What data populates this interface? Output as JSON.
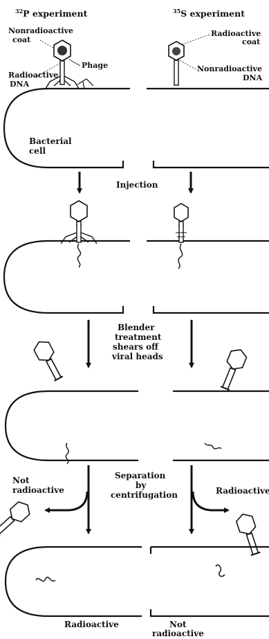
{
  "headers": {
    "p32_sup": "32",
    "p32_text": "P experiment",
    "s35_sup": "35",
    "s35_text": "S experiment"
  },
  "labels": {
    "nonradioactive_coat_1": "Nonradioactive",
    "nonradioactive_coat_2": "coat",
    "phage": "Phage",
    "radioactive_dna_1": "Radioactive",
    "radioactive_dna_2": "DNA",
    "radioactive_coat_1": "Radioactive",
    "radioactive_coat_2": "coat",
    "nonradioactive_dna_1": "Nonradioactive",
    "nonradioactive_dna_2": "DNA",
    "bacterial_cell_1": "Bacterial",
    "bacterial_cell_2": "cell"
  },
  "steps": {
    "injection": "Injection",
    "blender_1": "Blender",
    "blender_2": "treatment",
    "blender_3": "shears off",
    "blender_4": "viral heads",
    "separation_1": "Separation",
    "separation_2": "by",
    "separation_3": "centrifugation"
  },
  "results": {
    "not_radioactive_left_1": "Not",
    "not_radioactive_left_2": "radioactive",
    "radioactive_right": "Radioactive",
    "radioactive_bottom": "Radioactive",
    "not_radioactive_bottom_1": "Not",
    "not_radioactive_bottom_2": "radioactive"
  }
}
